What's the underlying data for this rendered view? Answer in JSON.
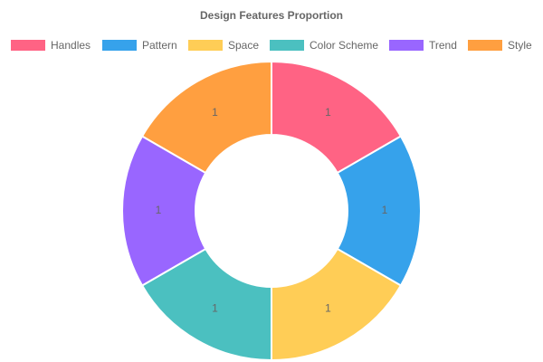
{
  "chart_data": {
    "type": "pie",
    "variant": "doughnut",
    "title": "Design Features Proportion",
    "legend_position": "top",
    "categories": [
      "Handles",
      "Pattern",
      "Space",
      "Color Scheme",
      "Trend",
      "Style"
    ],
    "values": [
      1,
      1,
      1,
      1,
      1,
      1
    ],
    "data_labels": [
      "1",
      "1",
      "1",
      "1",
      "1",
      "1"
    ],
    "colors": [
      "#ff6384",
      "#36a2eb",
      "#ffcd56",
      "#4bc0c0",
      "#9966ff",
      "#ff9f40"
    ]
  }
}
